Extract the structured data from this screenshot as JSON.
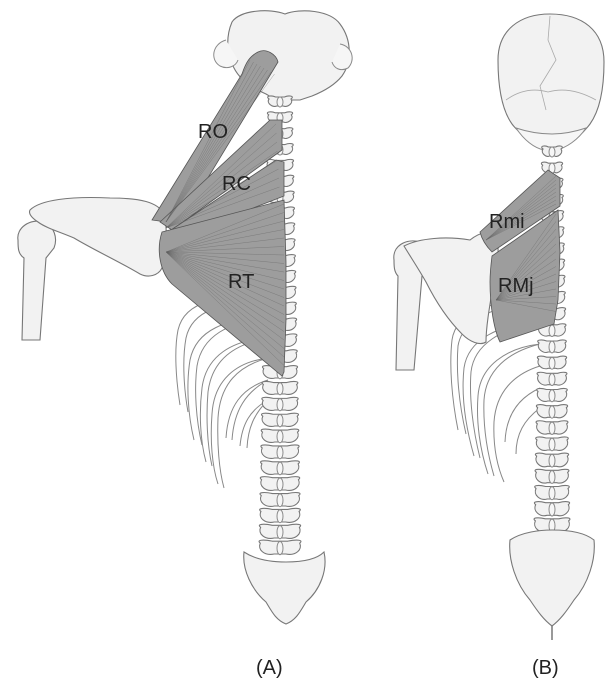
{
  "colors": {
    "muscle": "#9d9d9d",
    "bone": "#f2f2f2",
    "outline": "#777777",
    "background": "#ffffff"
  },
  "panel_a": {
    "caption": "(A)",
    "muscles": {
      "ro": "RO",
      "rc": "RC",
      "rt": "RT"
    }
  },
  "panel_b": {
    "caption": "(B)",
    "muscles": {
      "rmi": "Rmi",
      "rmj": "RMj"
    }
  }
}
